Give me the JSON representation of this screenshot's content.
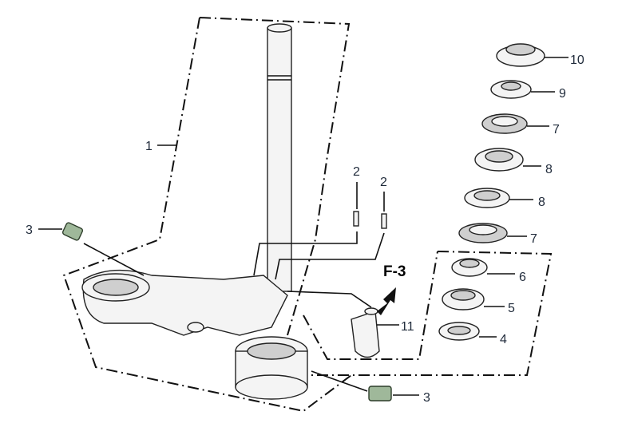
{
  "diagram": {
    "labels": {
      "part_1": "1",
      "part_2a": "2",
      "part_2b": "2",
      "part_3a": "3",
      "part_3b": "3",
      "part_4": "4",
      "part_5": "5",
      "part_6": "6",
      "part_7a": "7",
      "part_7b": "7",
      "part_8a": "8",
      "part_8b": "8",
      "part_9": "9",
      "part_10": "10",
      "part_11": "11",
      "reference": "F-3"
    },
    "colors": {
      "label": "#1f2a3a",
      "bolt": "#9fb89a",
      "line": "#111111"
    }
  }
}
